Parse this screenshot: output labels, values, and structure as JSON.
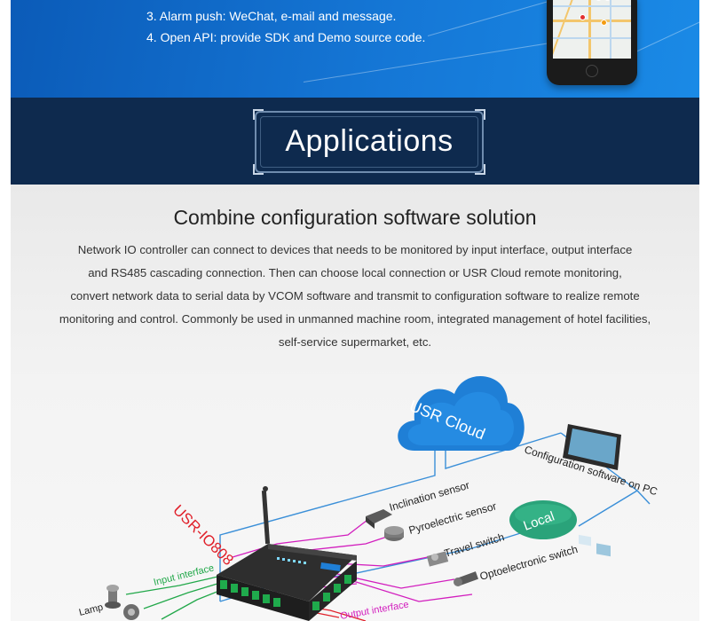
{
  "features": {
    "item3": "3. Alarm push: WeChat, e-mail and message.",
    "item4": "4. Open API: provide SDK and Demo source code."
  },
  "section": {
    "title": "Applications"
  },
  "solution": {
    "title": "Combine configuration software solution",
    "line1": "Network IO controller can connect to devices that needs to be monitored by input interface, output interface",
    "line2": "and RS485 cascading connection. Then can choose local connection or USR Cloud remote monitoring,",
    "line3": "convert network data to serial data by VCOM software and transmit to configuration software to realize remote",
    "line4": "monitoring and control. Commonly be used in unmanned machine room, integrated management of hotel facilities,",
    "line5": "self-service supermarket, etc."
  },
  "diagram": {
    "cloud_label": "USR Cloud",
    "config_label": "Configuration software on PC",
    "local_label": "Local",
    "device_label": "USR-IO808",
    "sensors": [
      "Inclination sensor",
      "Pyroelectric sensor",
      "Travel switch",
      "Optoelectronic switch"
    ],
    "input_label": "Input interface",
    "output_label": "Output interface",
    "lamp_label": "Lamp"
  },
  "colors": {
    "banner_blue": "#1577d6",
    "band_navy": "#0e2a4e",
    "cloud_blue": "#1f7fd6",
    "local_teal": "#2aa37a",
    "device_red": "#e0202a",
    "line_blue": "#3a8fd8",
    "line_magenta": "#d21ebe",
    "line_green": "#22a84a"
  }
}
